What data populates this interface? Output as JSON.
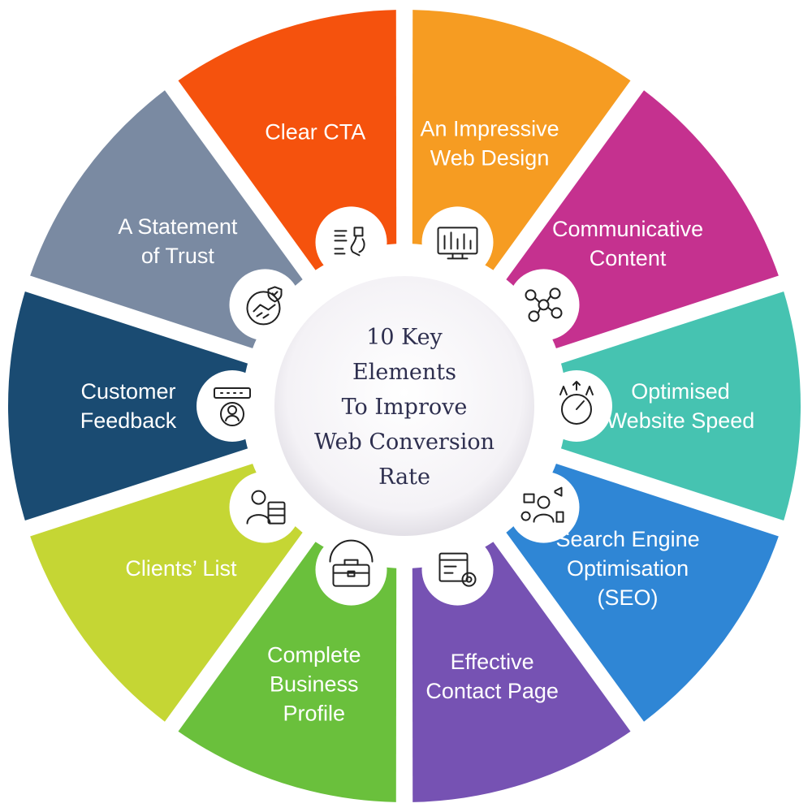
{
  "center": {
    "title_lines": [
      "10 Key",
      "Elements",
      "To Improve",
      "Web Conversion",
      "Rate"
    ]
  },
  "segments": [
    {
      "id": "clear-cta",
      "lines": [
        "Clear CTA"
      ],
      "color": "#f5520d",
      "icon": "handshake-contract-icon"
    },
    {
      "id": "impressive-web-design",
      "lines": [
        "An Impressive",
        "Web Design"
      ],
      "color": "#f69c22",
      "icon": "design-monitor-icon"
    },
    {
      "id": "communicative-content",
      "lines": [
        "Communicative",
        "Content"
      ],
      "color": "#c5318f",
      "icon": "network-people-icon"
    },
    {
      "id": "optimised-website-speed",
      "lines": [
        "Optimised",
        "Website Speed"
      ],
      "color": "#46c3b1",
      "icon": "speedometer-icon"
    },
    {
      "id": "seo",
      "lines": [
        "Search Engine",
        "Optimisation",
        "(SEO)"
      ],
      "color": "#2f86d5",
      "icon": "marketing-person-icon"
    },
    {
      "id": "effective-contact-page",
      "lines": [
        "Effective",
        "Contact Page"
      ],
      "color": "#7652b3",
      "icon": "webpage-gear-icon"
    },
    {
      "id": "complete-business-profile",
      "lines": [
        "Complete",
        "Business",
        "Profile"
      ],
      "color": "#6ac03c",
      "icon": "briefcase-gear-icon"
    },
    {
      "id": "clients-list",
      "lines": [
        "Clients’ List"
      ],
      "color": "#c5d634",
      "icon": "client-server-icon"
    },
    {
      "id": "customer-feedback",
      "lines": [
        "Customer",
        "Feedback"
      ],
      "color": "#1a4b72",
      "icon": "rating-user-icon"
    },
    {
      "id": "statement-of-trust",
      "lines": [
        "A Statement",
        "of Trust"
      ],
      "color": "#7a8aa2",
      "icon": "trust-handshake-icon"
    }
  ]
}
